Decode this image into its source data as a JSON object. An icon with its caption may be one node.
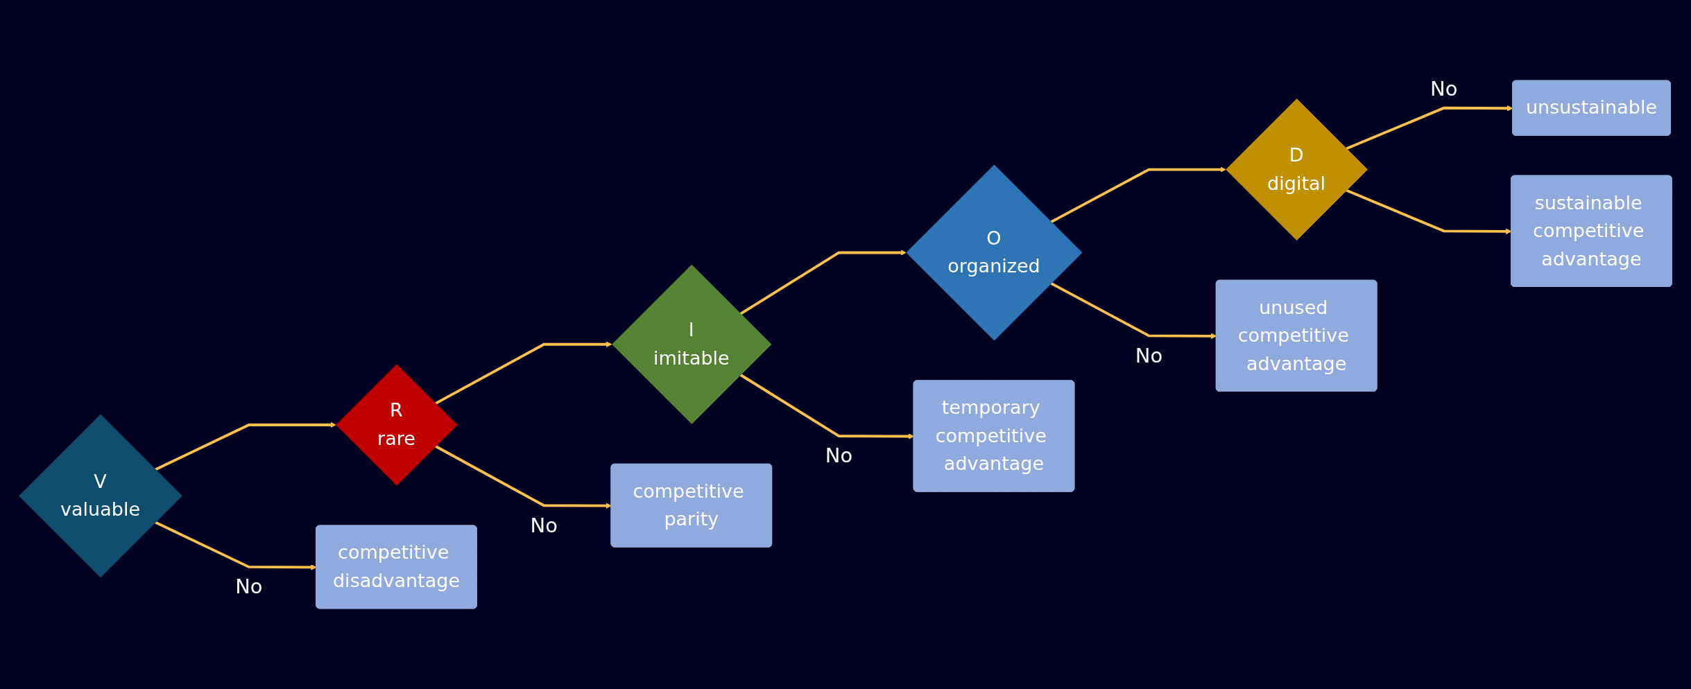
{
  "diagram": {
    "nodes": [
      {
        "text": [
          "V",
          "valuable"
        ]
      },
      {
        "text": [
          "R",
          "rare"
        ]
      },
      {
        "text": [
          "I",
          "imitable"
        ]
      },
      {
        "text": [
          "O",
          "organized"
        ]
      },
      {
        "text": [
          "D",
          "digital"
        ]
      },
      {
        "text": [
          "competitive disadvantage"
        ]
      },
      {
        "text": [
          "competitive parity"
        ]
      },
      {
        "text": [
          "temporary competitive advantage"
        ]
      },
      {
        "text": [
          "unused competitive advantage"
        ]
      },
      {
        "text": [
          "unsustainable"
        ]
      },
      {
        "text": [
          "sustainable competitive advantage"
        ]
      }
    ],
    "edges": [
      {
        "from": 0,
        "to": 1,
        "arrow": "to"
      },
      {
        "from": 1,
        "to": 2,
        "arrow": "to"
      },
      {
        "from": 2,
        "to": 3,
        "arrow": "to"
      },
      {
        "from": 3,
        "to": 4,
        "arrow": "to"
      },
      {
        "from": 0,
        "to": 5,
        "arrow": "to",
        "label": "No"
      },
      {
        "from": 1,
        "to": 6,
        "arrow": "to",
        "label": "No"
      },
      {
        "from": 2,
        "to": 7,
        "arrow": "to",
        "label": "No"
      },
      {
        "from": 3,
        "to": 8,
        "arrow": "to",
        "label": "No"
      },
      {
        "from": 4,
        "to": 9,
        "arrow": "to",
        "label": "No"
      },
      {
        "from": 4,
        "to": 10,
        "arrow": "to"
      }
    ]
  }
}
